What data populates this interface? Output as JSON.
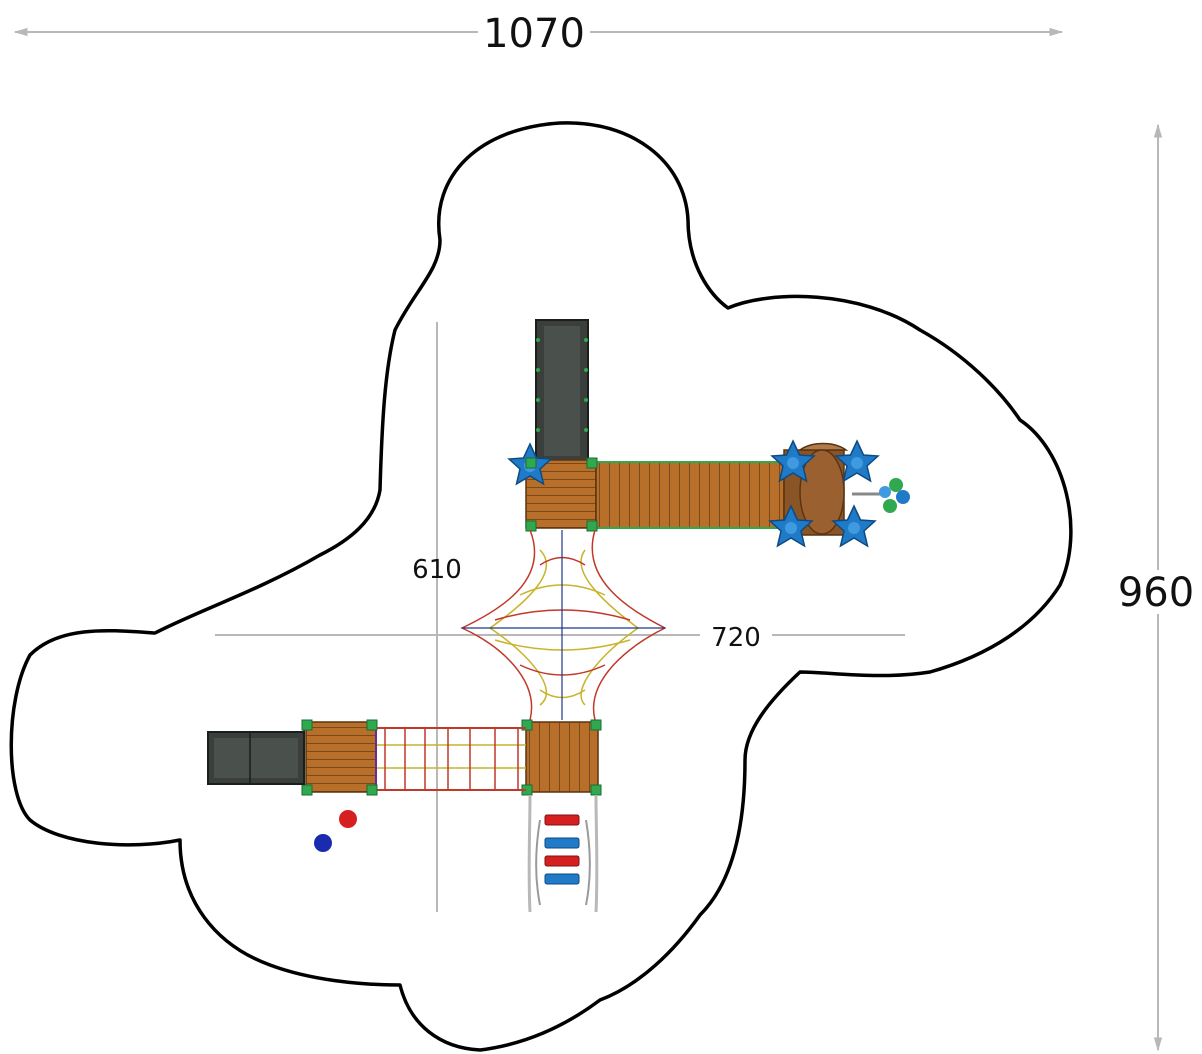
{
  "dimensions": {
    "overall_width": "1070",
    "overall_depth": "960",
    "equipment_depth": "610",
    "equipment_width": "720"
  },
  "colors": {
    "outline": "#000000",
    "dim_line": "#b8b8b8",
    "deck_wood": "#b86f2a",
    "deck_wood_dark": "#7a4a1c",
    "slide_dark": "#3a3f3c",
    "post_green": "#2fa84f",
    "star_blue": "#1f7ac8",
    "net_red": "#c0392b",
    "net_yellow": "#c8b32a",
    "ball_red": "#d62020",
    "ball_blue": "#1a2bb0"
  }
}
